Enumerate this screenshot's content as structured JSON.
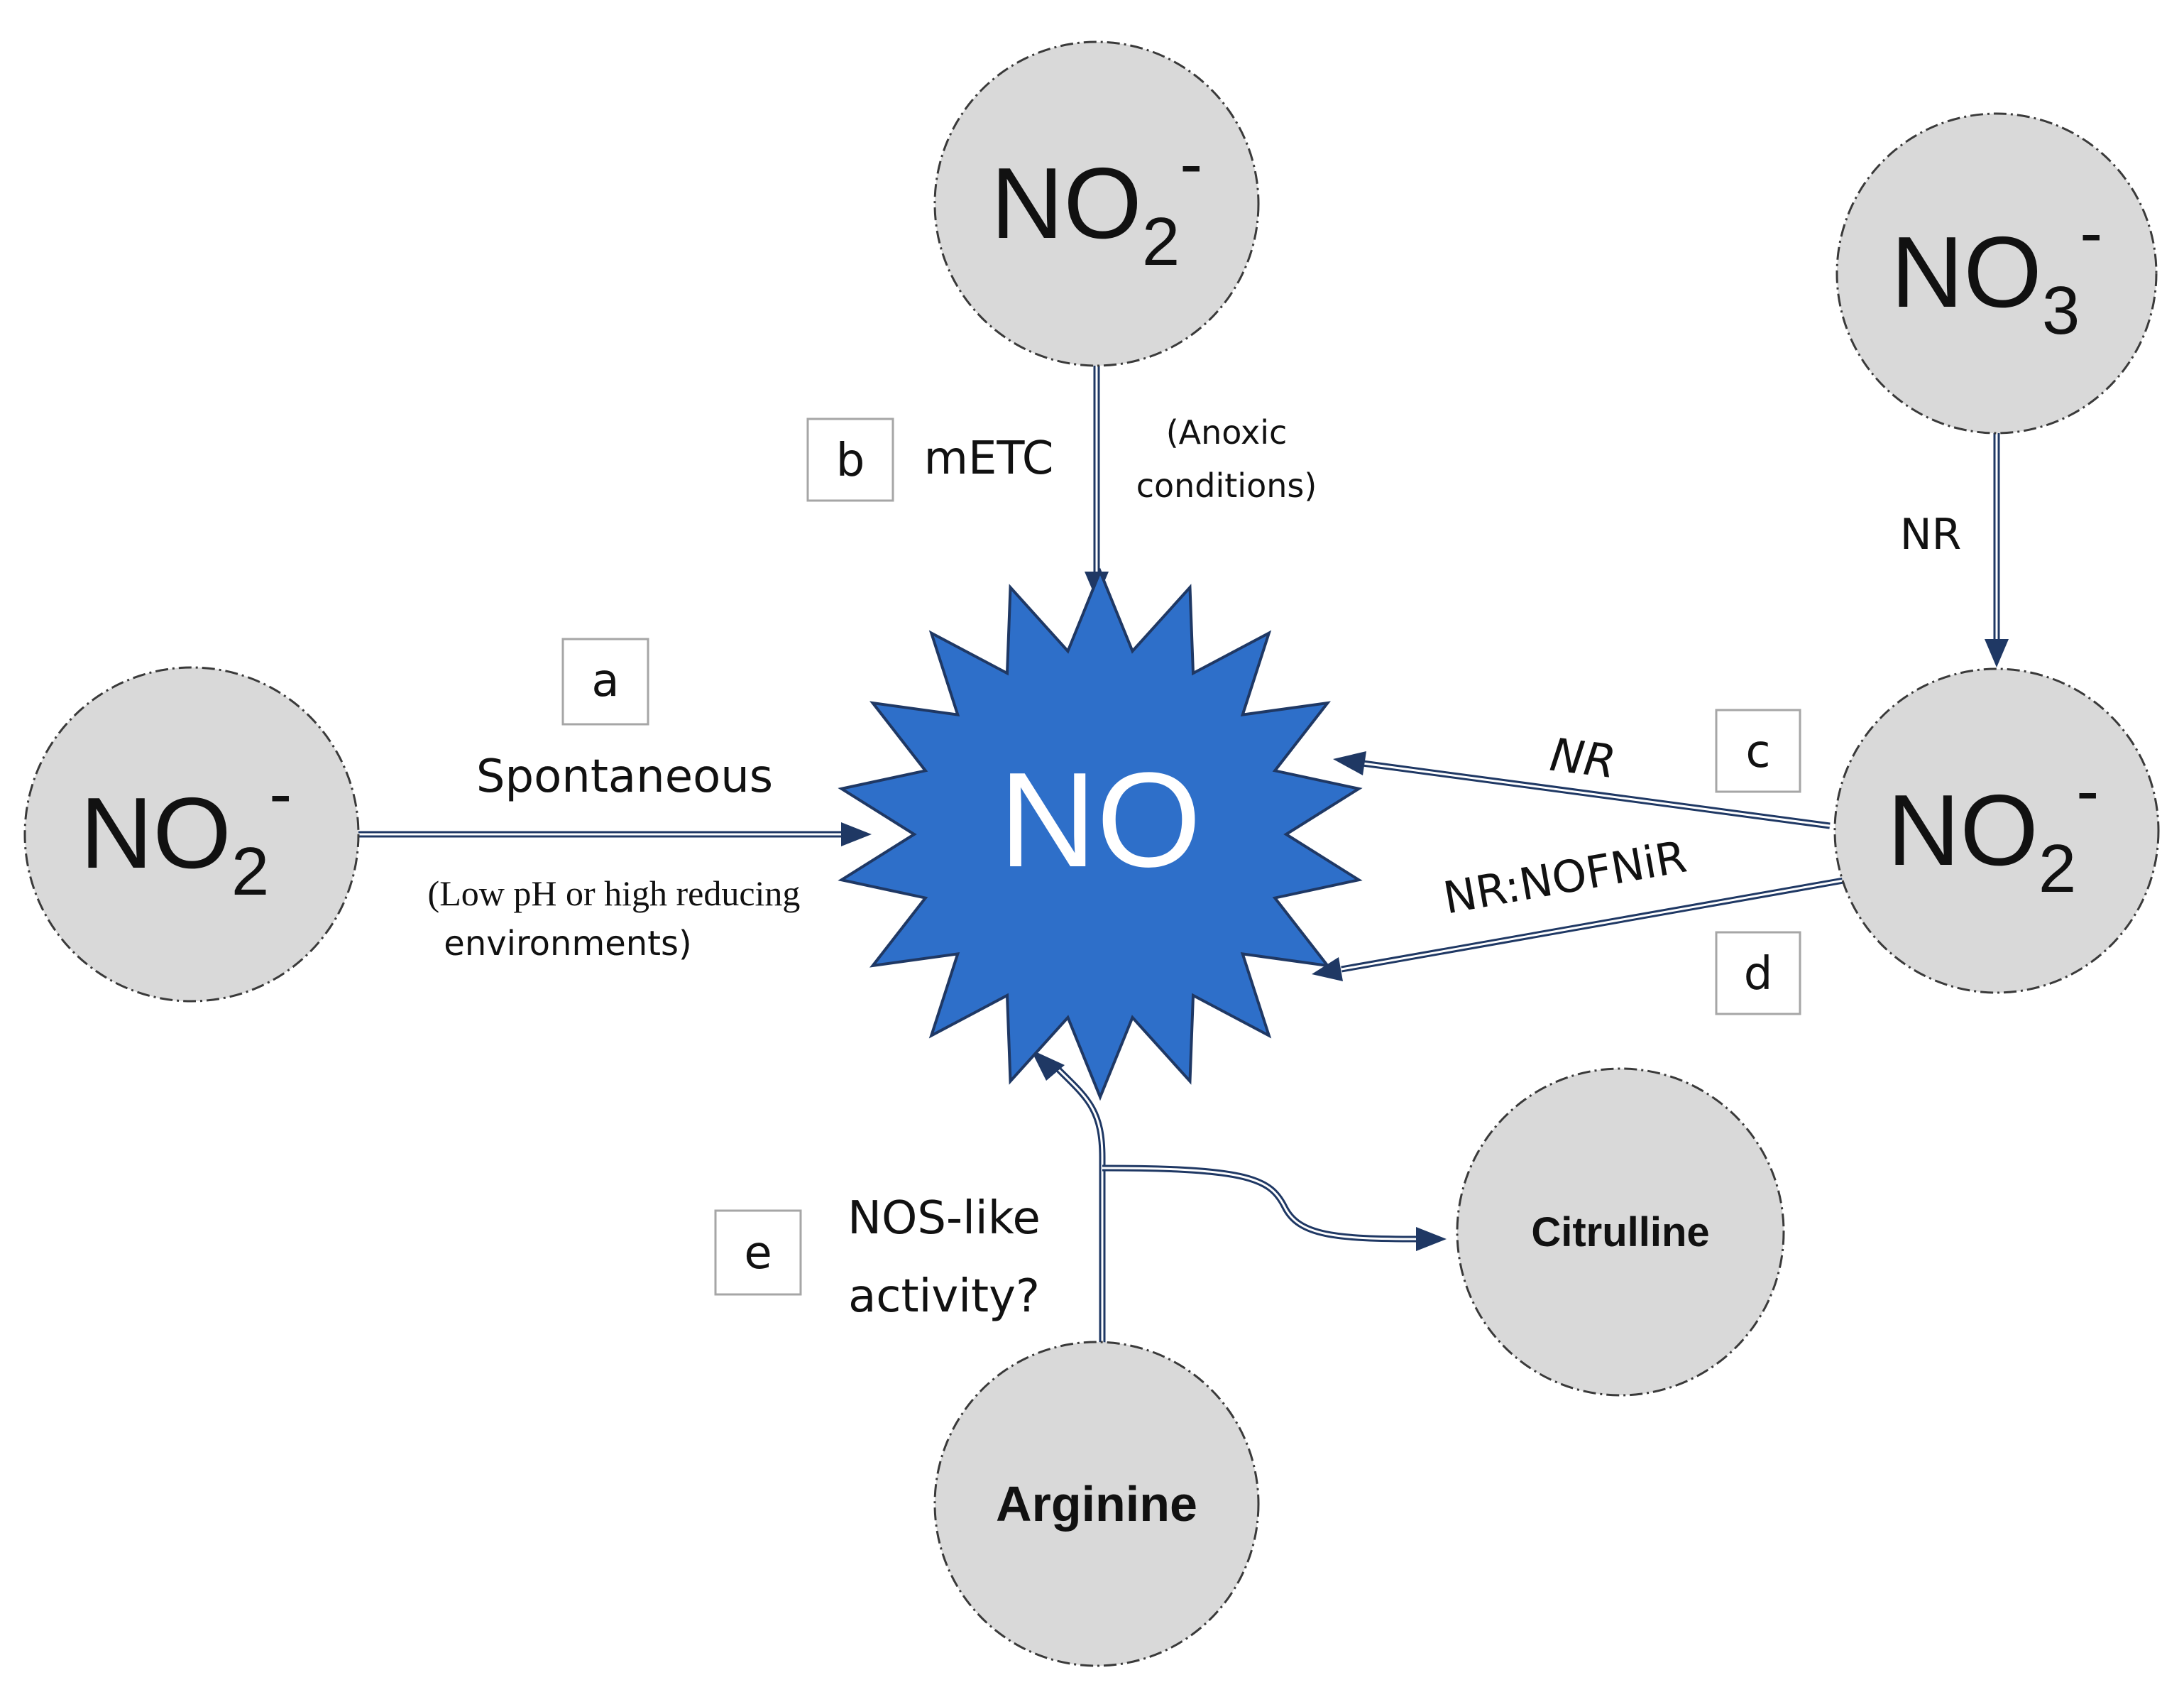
{
  "nodes": {
    "no2_top": {
      "base": "NO",
      "sub": "2",
      "sup": "-"
    },
    "no3": {
      "base": "NO",
      "sub": "3",
      "sup": "-"
    },
    "no2_left": {
      "base": "NO",
      "sub": "2",
      "sup": "-"
    },
    "no2_right": {
      "base": "NO",
      "sub": "2",
      "sup": "-"
    },
    "citrulline": "Citrulline",
    "arginine": "Arginine",
    "no_center": "NO"
  },
  "pathways": {
    "a": {
      "letter": "a",
      "label": "Spontaneous",
      "note_line1": "(Low pH or high  reducing",
      "note_line2": "environments)"
    },
    "b": {
      "letter": "b",
      "label": "mETC",
      "note_line1": "(Anoxic",
      "note_line2": "conditions)"
    },
    "c": {
      "letter": "c",
      "label": "NR"
    },
    "d": {
      "letter": "d",
      "label": "NR:NOFNiR"
    },
    "e": {
      "letter": "e",
      "label_line1": "NOS-like",
      "label_line2": "activity?"
    },
    "nr_top": {
      "label": "NR"
    }
  },
  "colors": {
    "no_star": "#2e6fc9",
    "arrow": "#1f3864",
    "node_fill": "#d9d9d9"
  }
}
